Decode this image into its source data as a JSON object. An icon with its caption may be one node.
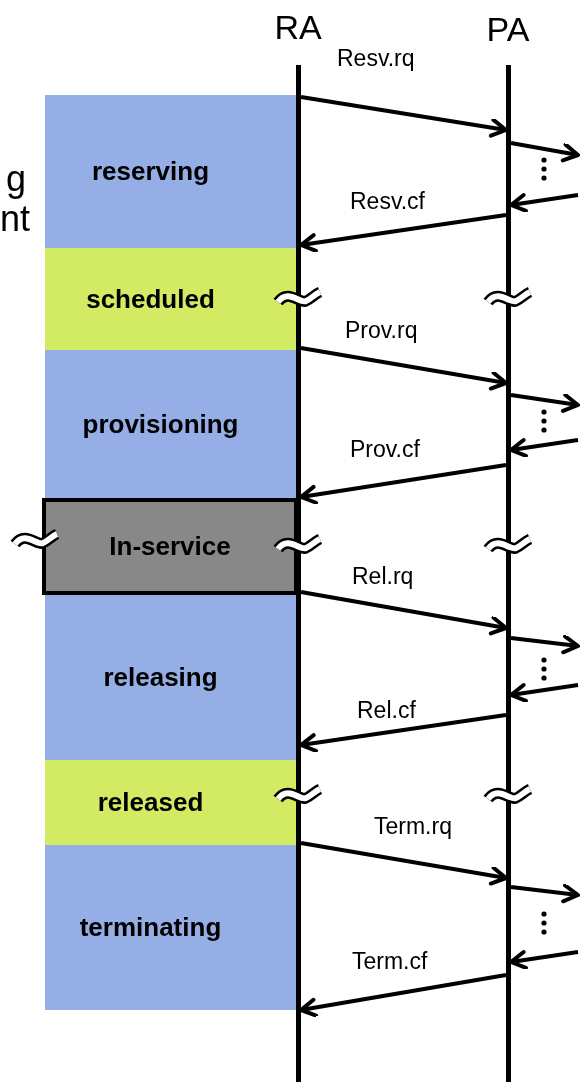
{
  "diagram": {
    "nodes": [
      {
        "text": [],
        "shape": "bar",
        "beside": [
          "RA"
        ]
      },
      {
        "text": [],
        "shape": "bar",
        "beside": [
          "PA"
        ]
      },
      {
        "text": [
          "reserving"
        ]
      },
      {
        "text": [
          "scheduled"
        ]
      },
      {
        "text": [
          "provisioning"
        ]
      },
      {
        "text": [
          "In-service"
        ]
      },
      {
        "text": [
          "releasing"
        ]
      },
      {
        "text": [
          "released"
        ]
      },
      {
        "text": [
          "terminating"
        ]
      }
    ],
    "edges": [
      {
        "from": 0,
        "to": 1,
        "arrow": "to",
        "label": "Resv.rq"
      },
      {
        "from": 1,
        "to": null,
        "arrow": "to"
      },
      {
        "from": null,
        "to": 1,
        "arrow": "to"
      },
      {
        "from": 1,
        "to": 0,
        "arrow": "to",
        "label": "Resv.cf"
      },
      {
        "from": 0,
        "to": 1,
        "arrow": "to",
        "label": "Prov.rq"
      },
      {
        "from": 1,
        "to": null,
        "arrow": "to"
      },
      {
        "from": null,
        "to": 1,
        "arrow": "to"
      },
      {
        "from": 1,
        "to": 0,
        "arrow": "to",
        "label": "Prov.cf"
      },
      {
        "from": 0,
        "to": 1,
        "arrow": "to",
        "label": "Rel.rq"
      },
      {
        "from": 1,
        "to": null,
        "arrow": "to"
      },
      {
        "from": null,
        "to": 1,
        "arrow": "to"
      },
      {
        "from": 1,
        "to": 0,
        "arrow": "to",
        "label": "Rel.cf"
      },
      {
        "from": 0,
        "to": 1,
        "arrow": "to",
        "label": "Term.rq"
      },
      {
        "from": 1,
        "to": null,
        "arrow": "to"
      },
      {
        "from": null,
        "to": 1,
        "arrow": "to"
      },
      {
        "from": 1,
        "to": 0,
        "arrow": "to",
        "label": "Term.cf"
      }
    ],
    "labels": [
      "g",
      "nt"
    ]
  }
}
